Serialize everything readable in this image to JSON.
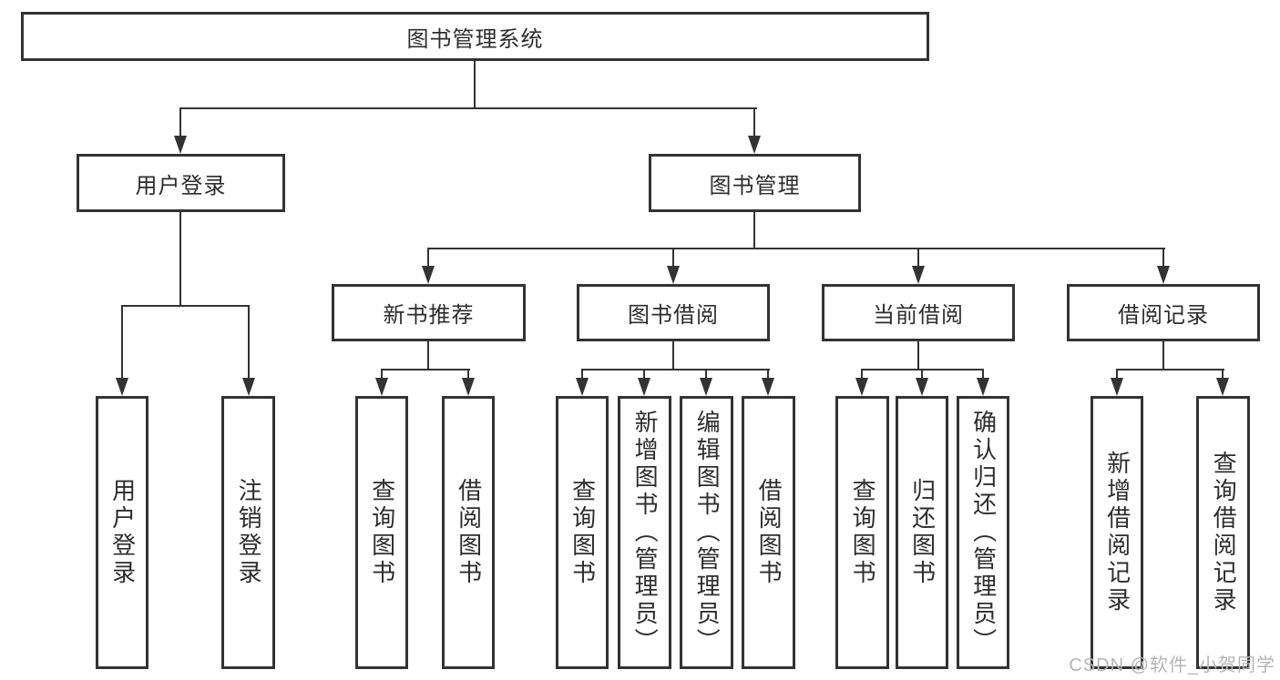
{
  "diagram": {
    "root": {
      "label": "图书管理系统"
    },
    "branches": [
      {
        "label": "用户登录",
        "children": [
          {
            "label": "用户登录"
          },
          {
            "label": "注销登录"
          }
        ]
      },
      {
        "label": "图书管理",
        "children": [
          {
            "label": "新书推荐",
            "children": [
              {
                "label": "查询图书"
              },
              {
                "label": "借阅图书"
              }
            ]
          },
          {
            "label": "图书借阅",
            "children": [
              {
                "label": "查询图书"
              },
              {
                "label": "新增图书（管理员）"
              },
              {
                "label": "编辑图书（管理员）"
              },
              {
                "label": "借阅图书"
              }
            ]
          },
          {
            "label": "当前借阅",
            "children": [
              {
                "label": "查询图书"
              },
              {
                "label": "归还图书"
              },
              {
                "label": "确认归还（管理员）"
              }
            ]
          },
          {
            "label": "借阅记录",
            "children": [
              {
                "label": "新增借阅记录"
              },
              {
                "label": "查询借阅记录"
              }
            ]
          }
        ]
      }
    ]
  },
  "watermark": {
    "text": "CSDN @软件_小贺同学"
  },
  "colors": {
    "line": "#333333",
    "text": "#2d2d2d",
    "box_fill": "#ffffff",
    "background": "#ffffff",
    "watermark": "#b5b5b5"
  }
}
